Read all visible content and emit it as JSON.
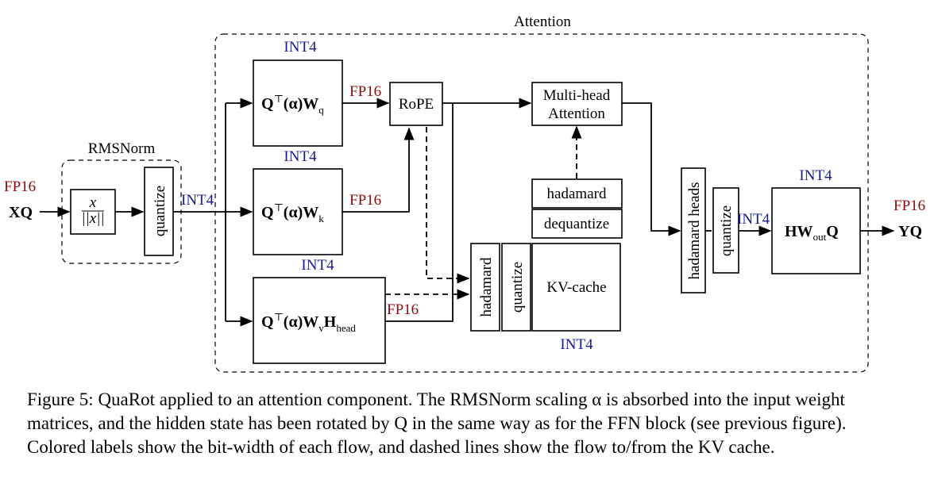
{
  "group_labels": {
    "attention": "Attention",
    "rmsnorm": "RMSNorm"
  },
  "nodes": {
    "input": "XQ",
    "output": "YQ",
    "norm_num": "x",
    "norm_den": "||x||",
    "quantize_in": "quantize",
    "qproj": {
      "main": "Q",
      "sup": "⊤",
      "alpha": "(α)W",
      "sub": "q"
    },
    "kproj": {
      "main": "Q",
      "sup": "⊤",
      "alpha": "(α)W",
      "sub": "k"
    },
    "vproj": {
      "main": "Q",
      "sup": "⊤",
      "alpha": "(α)W",
      "sub": "v",
      "h": "H",
      "hsub": "head"
    },
    "rope": "RoPE",
    "mha_line1": "Multi-head",
    "mha_line2": "Attention",
    "hadamard_top": "hadamard",
    "dequantize": "dequantize",
    "kvcache": "KV-cache",
    "hadamard_kv": "hadamard",
    "quantize_kv": "quantize",
    "hadamard_heads": "hadamard heads",
    "quantize_out": "quantize",
    "outproj": {
      "main": "HW",
      "sub": "out",
      "tail": "Q"
    }
  },
  "bitwidth_labels": {
    "fp16_in": "FP16",
    "int4_after_quant": "INT4",
    "int4_q_top": "INT4",
    "int4_q_bottom": "INT4",
    "int4_k_bottom": "INT4",
    "fp16_q": "FP16",
    "fp16_k": "FP16",
    "fp16_v": "FP16",
    "int4_kv": "INT4",
    "int4_out_top": "INT4",
    "int4_out_in": "INT4",
    "fp16_out": "FP16"
  },
  "colors": {
    "fp16": "#8b0a0a",
    "int4": "#1a1a8c",
    "line": "#000000"
  },
  "caption": "Figure 5: QuaRot applied to an attention component. The RMSNorm scaling α is absorbed into the input weight matrices, and the hidden state has been rotated by Q in the same way as for the FFN block (see previous figure). Colored labels show the bit-width of each flow, and dashed lines show the flow to/from the KV cache."
}
